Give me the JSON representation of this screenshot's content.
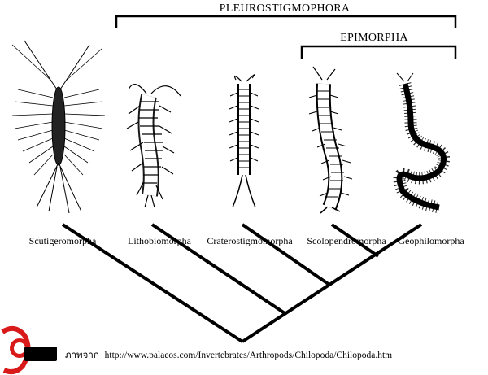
{
  "diagram": {
    "clades": {
      "outer": "PLEUROSTIGMOPHORA",
      "inner": "EPIMORPHA"
    },
    "taxa": [
      {
        "id": "scutigeromorpha",
        "label": "Scutigeromorpha"
      },
      {
        "id": "lithobiomorpha",
        "label": "Lithobiomorpha"
      },
      {
        "id": "craterostigmomorpha",
        "label": "Craterostigmomorpha"
      },
      {
        "id": "scolopendromorpha",
        "label": "Scolopendromorpha"
      },
      {
        "id": "geophilomorpha",
        "label": "Geophilomorpha"
      }
    ]
  },
  "credit": {
    "prefix": "ภาพจาก",
    "url": "http://www.palaeos.com/Invertebrates/Arthropods/Chilopoda/Chilopoda.htm"
  },
  "colors": {
    "ink": "#000000",
    "logo_red": "#d81a1a",
    "background": "#ffffff"
  }
}
